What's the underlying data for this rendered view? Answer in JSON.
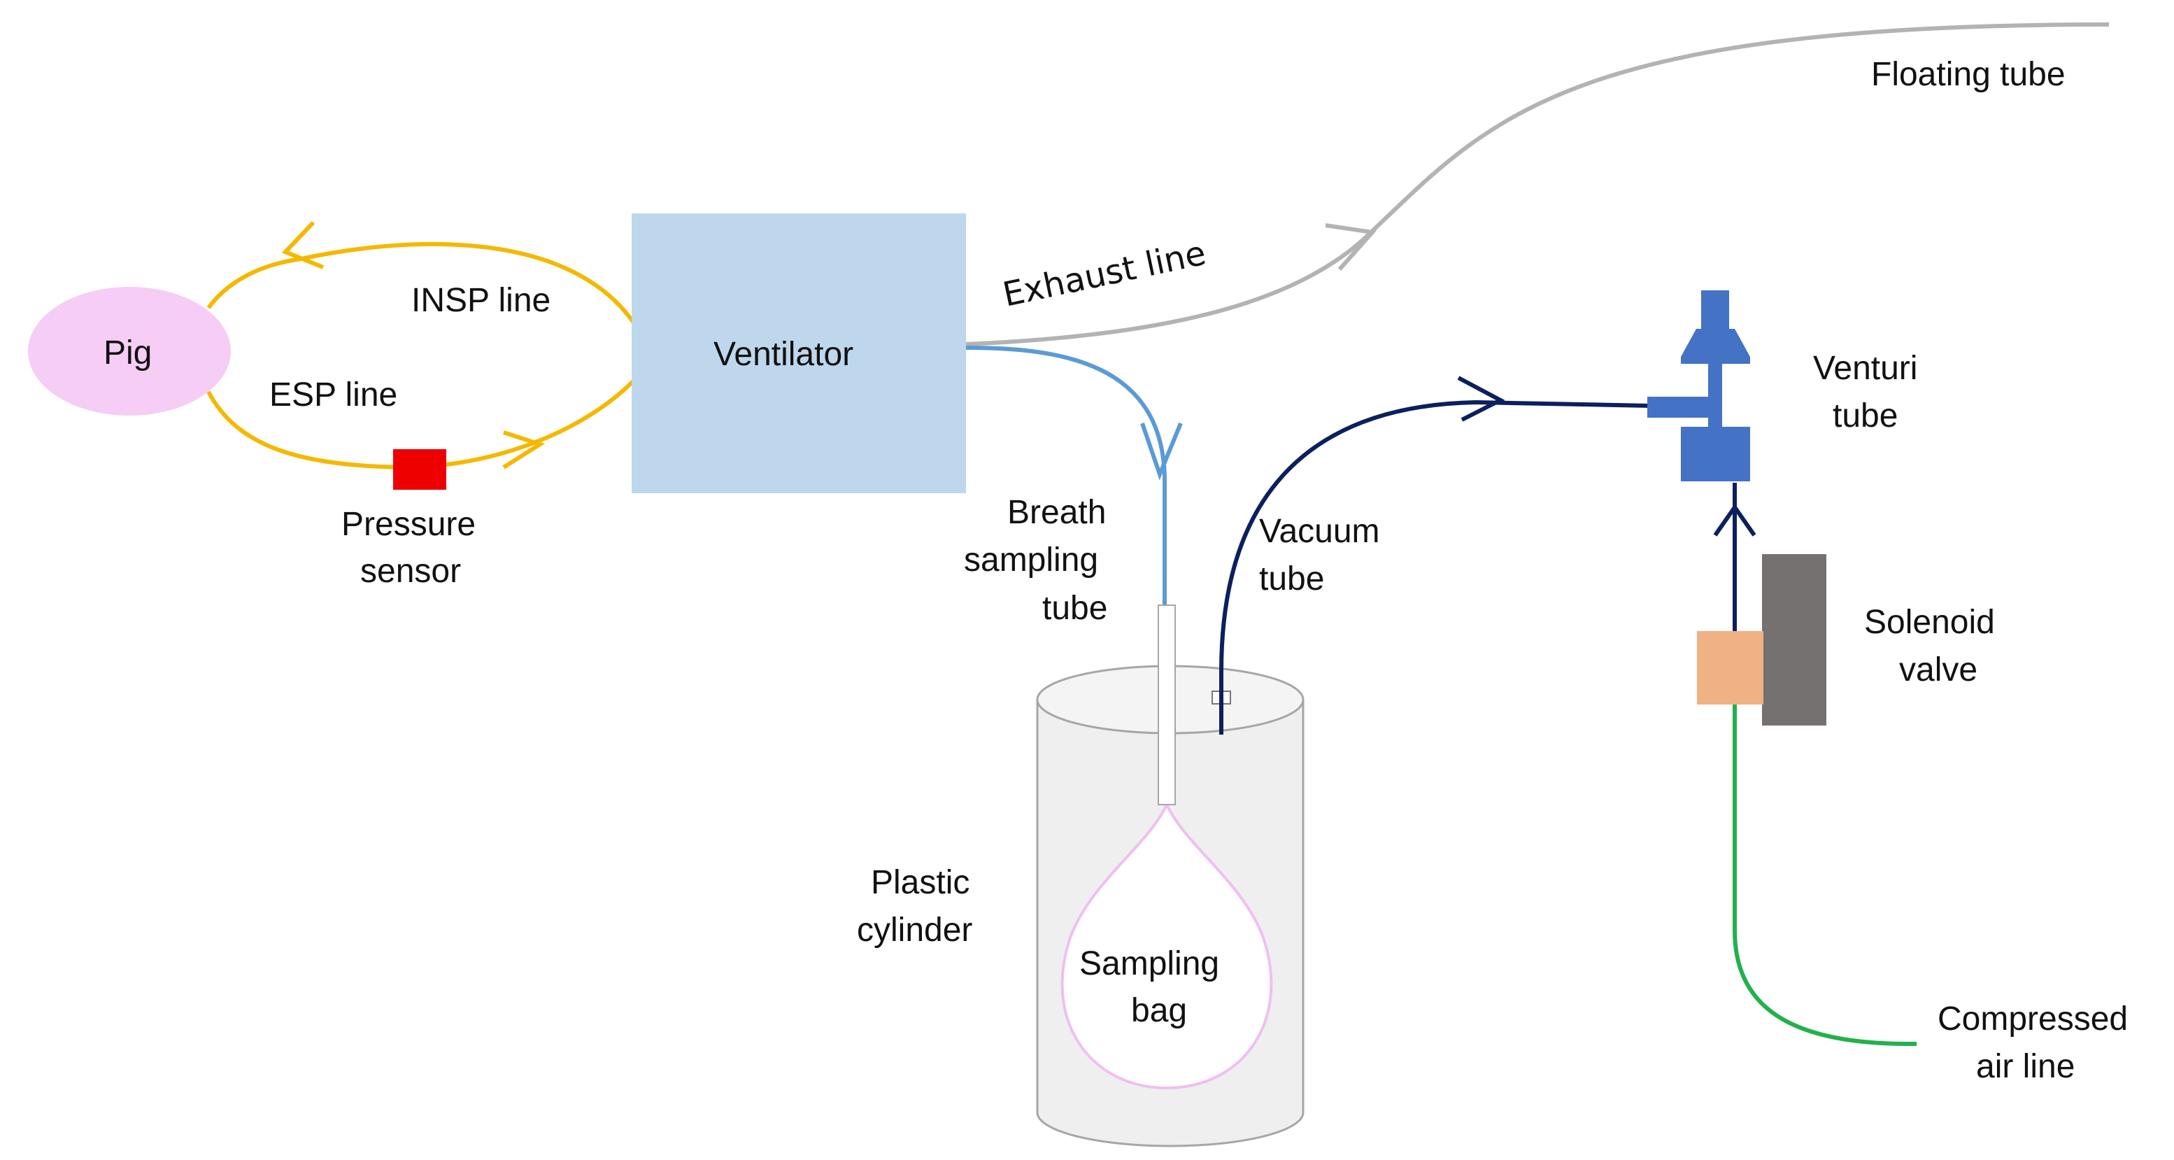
{
  "labels": {
    "pig": "Pig",
    "insp_line": "INSP line",
    "esp_line": "ESP line",
    "pressure_sensor_1": "Pressure",
    "pressure_sensor_2": "sensor",
    "ventilator": "Ventilator",
    "exhaust_line": "Exhaust line",
    "floating_tube": "Floating tube",
    "venturi_tube_1": "Venturi",
    "venturi_tube_2": "tube",
    "breath_sampling_tube_1": "Breath",
    "breath_sampling_tube_2": "sampling",
    "breath_sampling_tube_3": "tube",
    "vacuum_tube_1": "Vacuum",
    "vacuum_tube_2": "tube",
    "solenoid_valve_1": "Solenoid",
    "solenoid_valve_2": "valve",
    "plastic_cylinder_1": "Plastic",
    "plastic_cylinder_2": "cylinder",
    "sampling_bag_1": "Sampling",
    "sampling_bag_2": "bag",
    "compressed_air_line_1": "Compressed",
    "compressed_air_line_2": "air line"
  },
  "colors": {
    "pig_fill": "#f5cdf5",
    "ventilator_fill": "#bed7ec",
    "insp_esp_line": "#f5b800",
    "pressure_sensor": "#ee0000",
    "exhaust_line": "#b3b3b3",
    "breath_sampling_tube": "#5b9bd5",
    "vacuum_tube": "#0c1f5e",
    "venturi_body": "#4472c4",
    "solenoid_body": "#767171",
    "solenoid_coil": "#f0b184",
    "compressed_air_line": "#22b14c",
    "cylinder_fill": "#efefef",
    "cylinder_stroke": "#a6a6a6",
    "sampling_bag_stroke": "#f0bff0"
  }
}
